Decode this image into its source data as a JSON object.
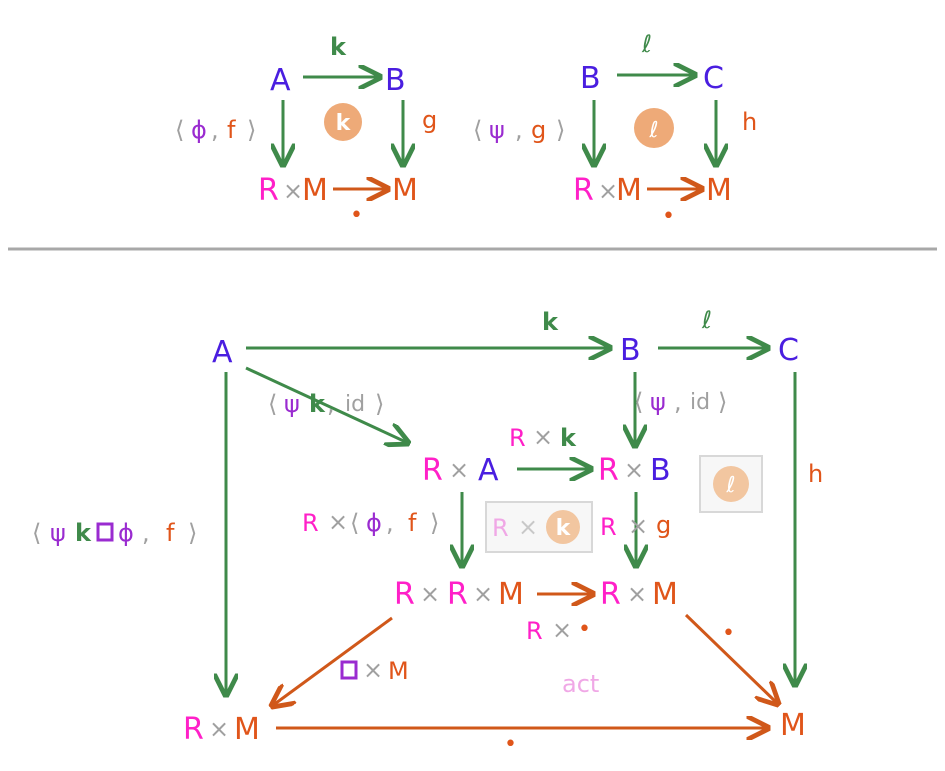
{
  "colors": {
    "object": "#4a1ee0",
    "ring": "#ff20c8",
    "module": "#e0551a",
    "green": "#3f8a4a",
    "purple": "#9a2bd0",
    "gray": "#a0a0a0",
    "blob": "#eeaa78",
    "lightpink": "#f0a8e6",
    "divider": "#a8a8a8"
  },
  "top_left": {
    "A": "A",
    "B": "B",
    "R": "R",
    "times": "×",
    "M": "M",
    "M2": "M",
    "k": "k",
    "pair_open": "⟨",
    "phi": "ϕ",
    "comma": ",",
    "f": "f",
    "pair_close": "⟩",
    "g": "g",
    "cell": "k",
    "dot": "•"
  },
  "top_right": {
    "B": "B",
    "C": "C",
    "R": "R",
    "times": "×",
    "M": "M",
    "M2": "M",
    "l": "ℓ",
    "pair_open": "⟨",
    "psi": "ψ",
    "comma": ",",
    "g": "g",
    "pair_close": "⟩",
    "h": "h",
    "cell": "ℓ",
    "dot": "•"
  },
  "bottom": {
    "A": "A",
    "B": "B",
    "C": "C",
    "k": "k",
    "l": "ℓ",
    "h": "h",
    "psik_id": {
      "open": "⟨",
      "psi": "ψ",
      "k": "k",
      "comma": ",",
      "id": "id",
      "close": "⟩"
    },
    "psi_id": {
      "open": "⟨",
      "psi": "ψ",
      "comma": ",",
      "id": "id",
      "close": "⟩"
    },
    "RxA": {
      "R": "R",
      "x": "×",
      "A": "A"
    },
    "RxB": {
      "R": "R",
      "x": "×",
      "B": "B"
    },
    "Rxk": {
      "R": "R",
      "x": "×",
      "k": "k"
    },
    "cell_l": "ℓ",
    "cell_Rxk": {
      "R": "R",
      "x": "×",
      "k": "k"
    },
    "Rxg": {
      "R": "R",
      "x": "×",
      "g": "g"
    },
    "Rxphif": {
      "R": "R",
      "x": "×",
      "open": "⟨",
      "phi": "ϕ",
      "comma": ",",
      "f": "f",
      "close": "⟩"
    },
    "RxRxM": {
      "R1": "R",
      "x1": "×",
      "R2": "R",
      "x2": "×",
      "M": "M"
    },
    "RxM_mid": {
      "R": "R",
      "x": "×",
      "M": "M"
    },
    "Rxdot": {
      "R": "R",
      "x": "×",
      "dot": "•"
    },
    "boxxM": {
      "box": "□",
      "x": "×",
      "M": "M"
    },
    "act": "act",
    "dot_right": "•",
    "big_pair": {
      "open": "⟨",
      "psi": "ψ",
      "k": "k",
      "box": "□",
      "phi": "ϕ",
      "comma": ",",
      "f": "f",
      "close": "⟩"
    },
    "RxM_bot": {
      "R": "R",
      "x": "×",
      "M": "M"
    },
    "M_bot": "M",
    "dot_bottom": "•"
  }
}
